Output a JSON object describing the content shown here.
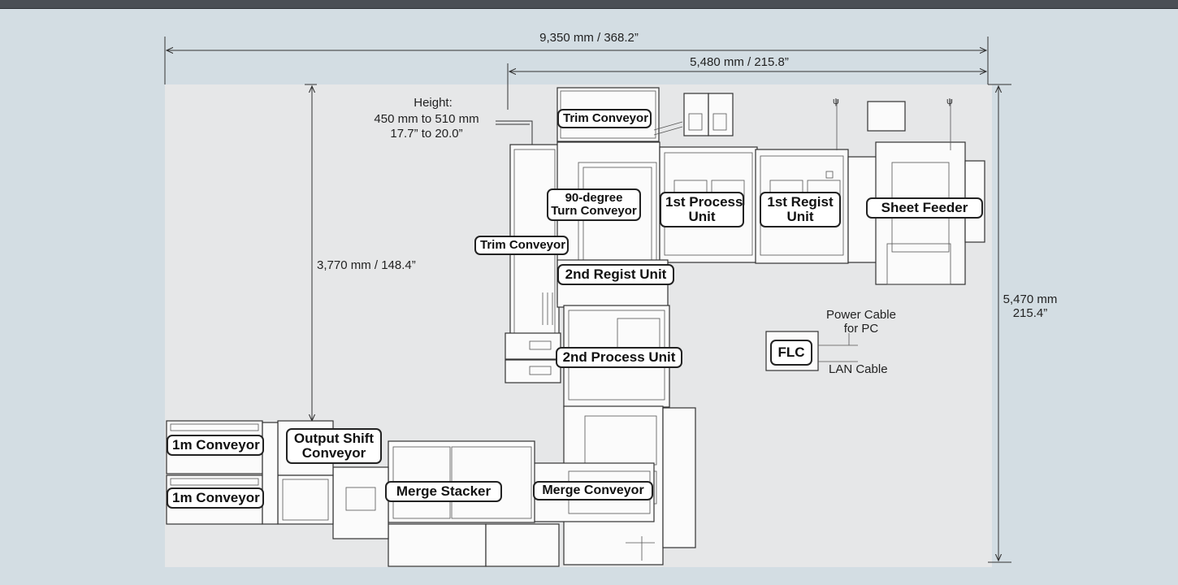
{
  "dimensions": {
    "total_width": "9,350 mm / 368.2”",
    "right_width": "5,480 mm / 215.8”",
    "left_depth": "3,770 mm / 148.4”",
    "total_depth_mm": "5,470 mm",
    "total_depth_in": "215.4”",
    "height_title": "Height:",
    "height_mm": "450 mm to 510 mm",
    "height_in": "17.7” to 20.0”"
  },
  "units": {
    "trim_conveyor_top": "Trim Conveyor",
    "turn_conveyor_line1": "90-degree",
    "turn_conveyor_line2": "Turn Conveyor",
    "process1_line1": "1st Process",
    "process1_line2": "Unit",
    "regist1_line1": "1st Regist",
    "regist1_line2": "Unit",
    "sheet_feeder": "Sheet Feeder",
    "trim_conveyor_left": "Trim Conveyor",
    "regist2": "2nd Regist Unit",
    "process2": "2nd Process Unit",
    "conveyor_1m_top": "1m Conveyor",
    "conveyor_1m_bottom": "1m Conveyor",
    "output_shift_line1": "Output Shift",
    "output_shift_line2": "Conveyor",
    "merge_stacker": "Merge Stacker",
    "merge_conveyor": "Merge Conveyor",
    "flc": "FLC"
  },
  "cables": {
    "power_line1": "Power Cable",
    "power_line2": "for PC",
    "lan": "LAN Cable"
  },
  "colors": {
    "background": "#d3dde3",
    "floor_area": "#e6e7e8",
    "top_bar": "#4a4f55"
  }
}
